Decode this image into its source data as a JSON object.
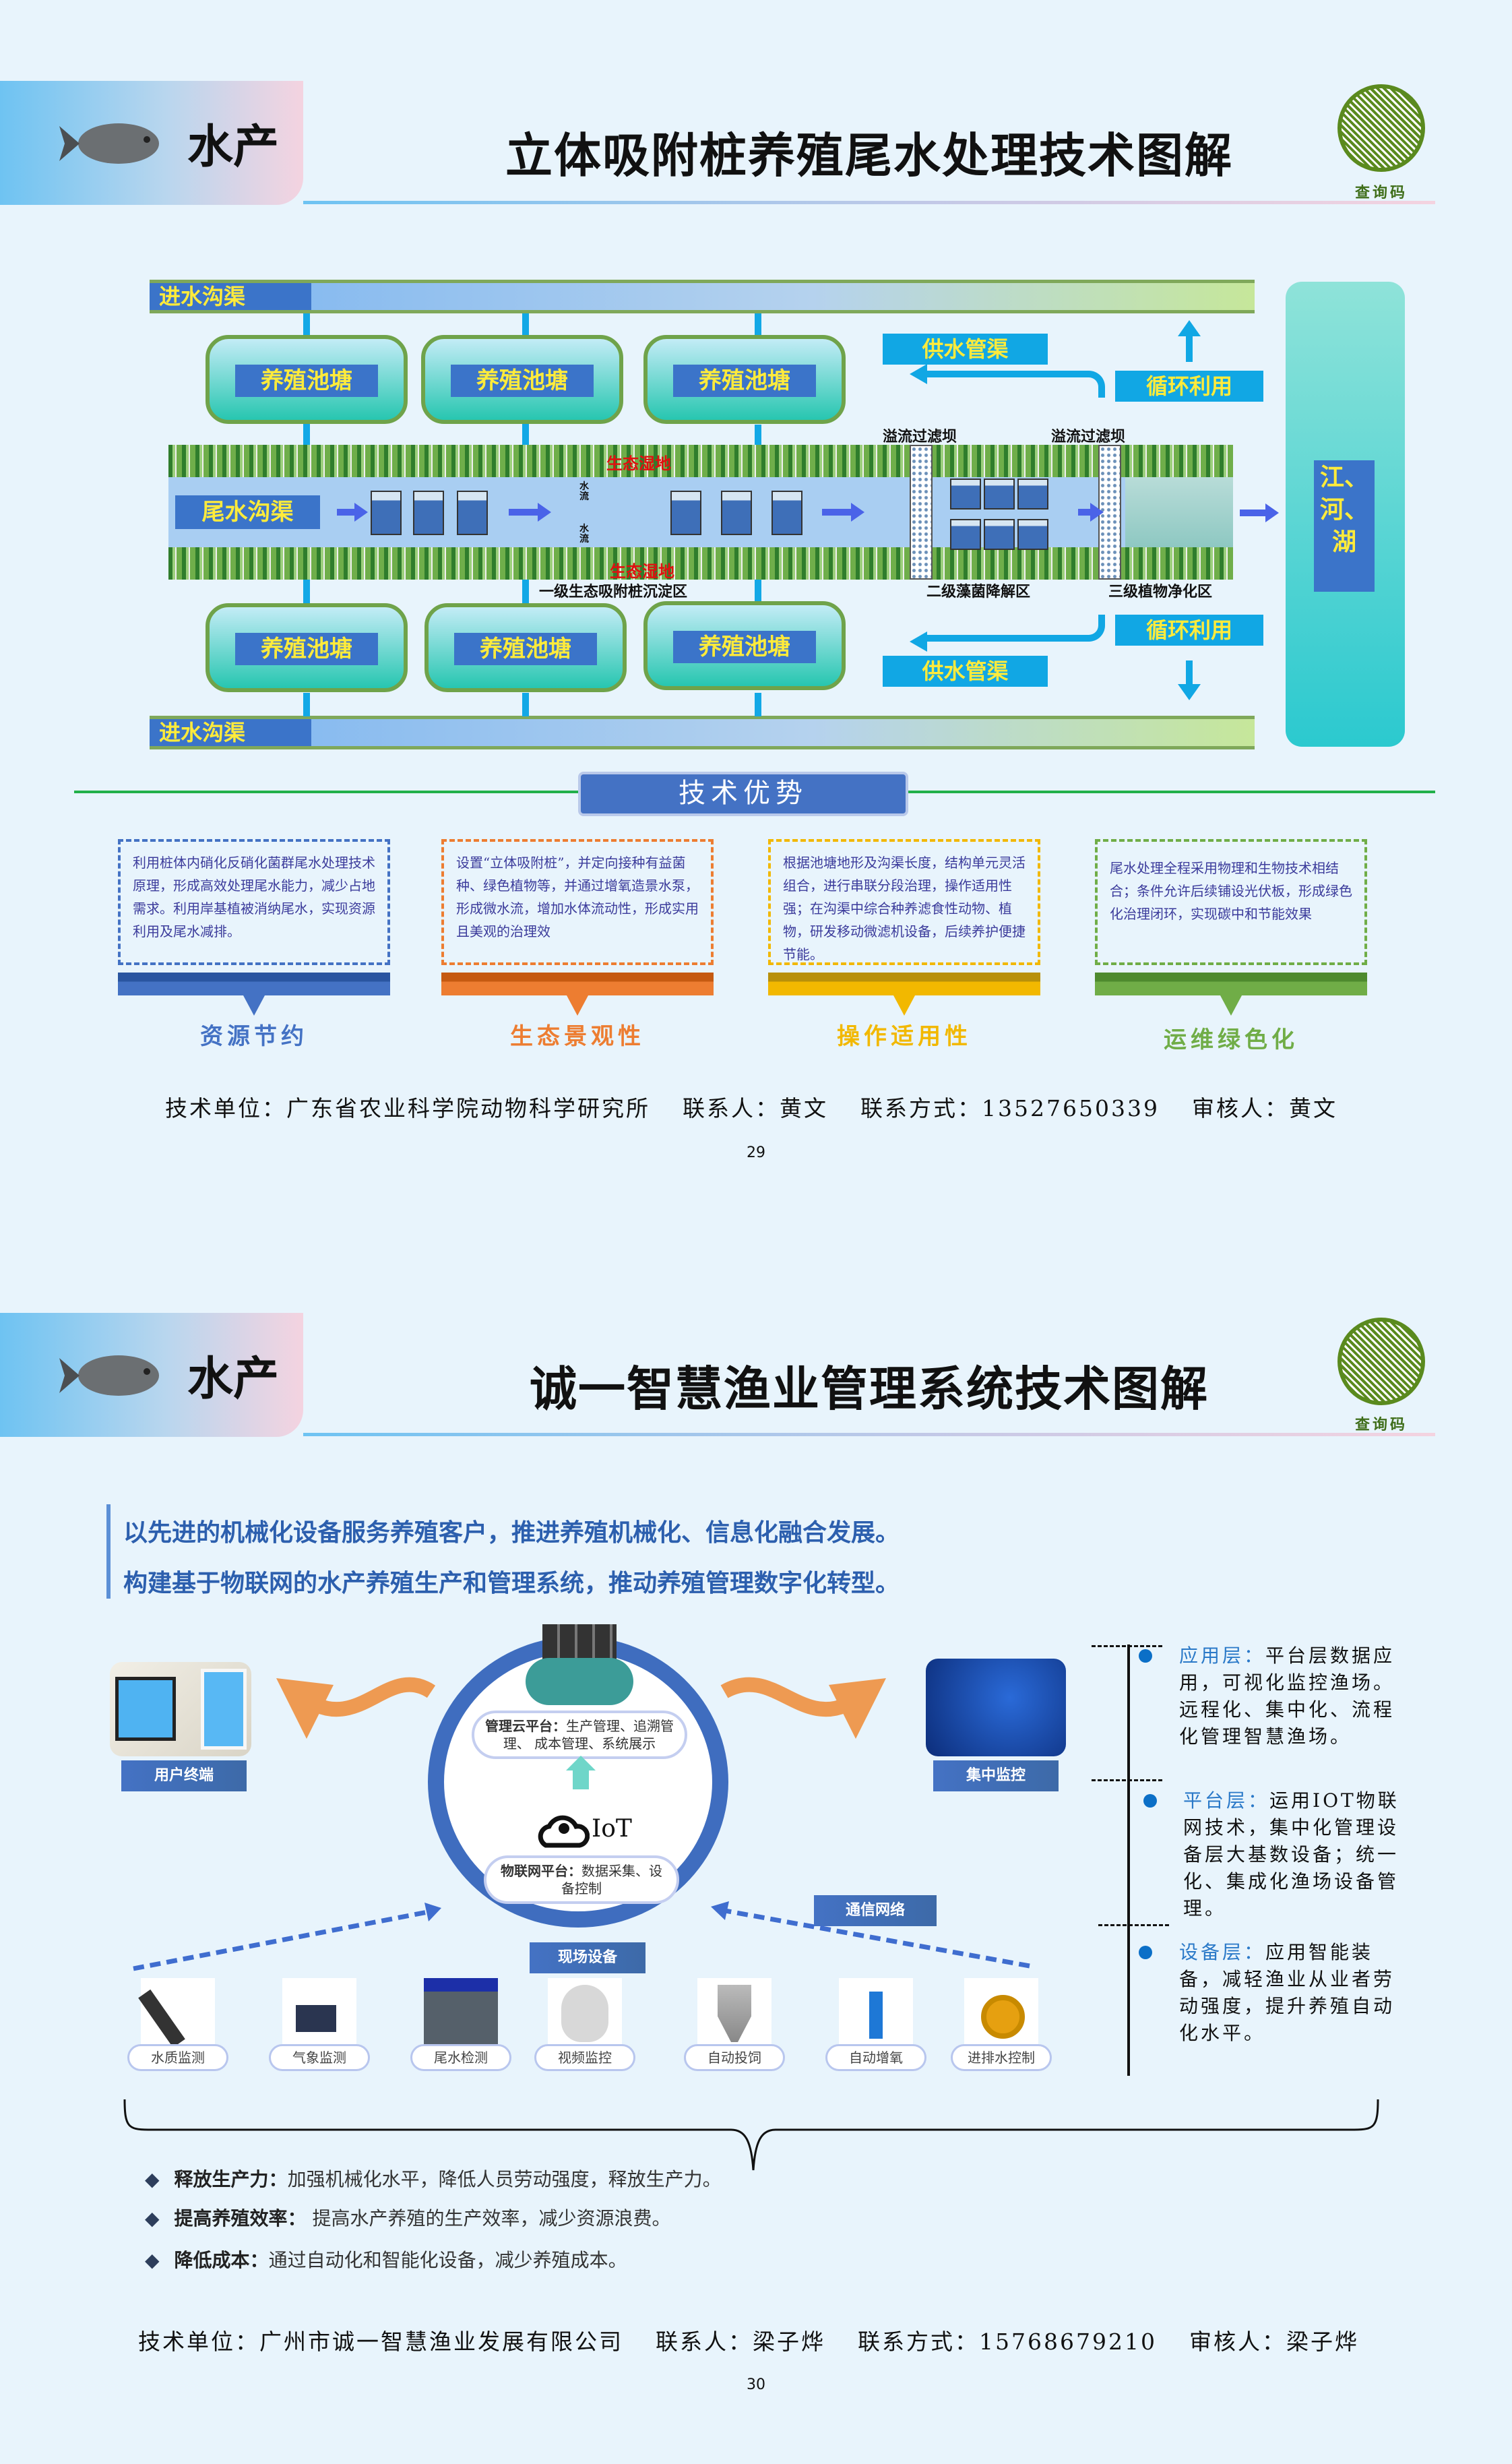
{
  "page1": {
    "header": {
      "category": "水产",
      "title": "立体吸附桩养殖尾水处理技术图解",
      "qr_label": "查询码"
    },
    "diagram": {
      "inlet_channel": "进水沟渠",
      "pond_label": "养殖池塘",
      "tail_channel": "尾水沟渠",
      "wetland": "生态湿地",
      "water_flow": "水流",
      "overflow_dam": "溢流过滤坝",
      "zone1": "一级生态吸附桩沉淀区",
      "zone2": "二级藻菌降解区",
      "zone3": "三级植物净化区",
      "supply_channel": "供水管渠",
      "recycle": "循环利用",
      "river": "江、河、湖"
    },
    "advantages": {
      "title": "技术优势",
      "items": [
        {
          "text": "利用桩体内硝化反硝化菌群尾水处理技术原理，形成高效处理尾水能力，减少占地需求。利用岸基植被消纳尾水，实现资源利用及尾水减排。",
          "label": "资源节约",
          "color": "#4472c4"
        },
        {
          "text": "设置“立体吸附桩”，并定向接种有益菌种、绿色植物等，并通过增氧造景水泵，形成微水流，增加水体流动性，形成实用且美观的治理效",
          "label": "生态景观性",
          "color": "#ed7d31"
        },
        {
          "text": "根据池塘地形及沟渠长度，结构单元灵活组合，进行串联分段治理，操作适用性强；在沟渠中综合种养滤食性动物、植物，研发移动微滤机设备，后续养护便捷节能。",
          "label": "操作适用性",
          "color": "#f2b800"
        },
        {
          "text": "尾水处理全程采用物理和生物技术相结合；条件允许后续铺设光伏板，形成绿色化治理闭环，实现碳中和节能效果",
          "label": "运维绿色化",
          "color": "#70ad47"
        }
      ]
    },
    "footer": {
      "unit": "技术单位：广东省农业科学院动物科学研究所",
      "contact": "联系人：黄文",
      "phone": "联系方式：13527650339",
      "reviewer": "审核人：黄文"
    },
    "page_number": "29"
  },
  "page2": {
    "header": {
      "category": "水产",
      "title": "诚一智慧渔业管理系统技术图解",
      "qr_label": "查询码"
    },
    "intro": [
      "以先进的机械化设备服务养殖客户，推进养殖机械化、信息化融合发展。",
      "构建基于物联网的水产养殖生产和管理系统，推动养殖管理数字化转型。"
    ],
    "diagram": {
      "user_terminal": "用户终端",
      "central_monitor": "集中监控",
      "cloud_platform_title": "管理云平台：",
      "cloud_platform_text": "生产管理、追溯管理、 成本管理、系统展示",
      "iot_logo": "IoT",
      "iot_platform_title": "物联网平台：",
      "iot_platform_text": "数据采集、设备控制",
      "network": "通信网络",
      "field_devices": "现场设备",
      "devices": [
        "水质监测",
        "气象监测",
        "尾水检测",
        "视频监控",
        "自动投饲",
        "自动增氧",
        "进排水控制"
      ]
    },
    "layers": [
      {
        "name": "应用层：",
        "text": "平台层数据应用，可视化监控渔场。远程化、集中化、流程化管理智慧渔场。"
      },
      {
        "name": "平台层：",
        "text": "运用IOT物联网技术，集中化管理设备层大基数设备；统一化、集成化渔场设备管理。"
      },
      {
        "name": "设备层：",
        "text": "应用智能装备，减轻渔业从业者劳动强度，提升养殖自动化水平。"
      }
    ],
    "benefits": [
      {
        "title": "释放生产力：",
        "text": "加强机械化水平，降低人员劳动强度，释放生产力。"
      },
      {
        "title": "提高养殖效率：",
        "text": " 提高水产养殖的生产效率，减少资源浪费。"
      },
      {
        "title": "降低成本：",
        "text": "通过自动化和智能化设备，减少养殖成本。"
      }
    ],
    "footer": {
      "unit": "技术单位：广州市诚一智慧渔业发展有限公司",
      "contact": "联系人：梁子烨",
      "phone": "联系方式：15768679210",
      "reviewer": "审核人：梁子烨"
    },
    "page_number": "30"
  }
}
